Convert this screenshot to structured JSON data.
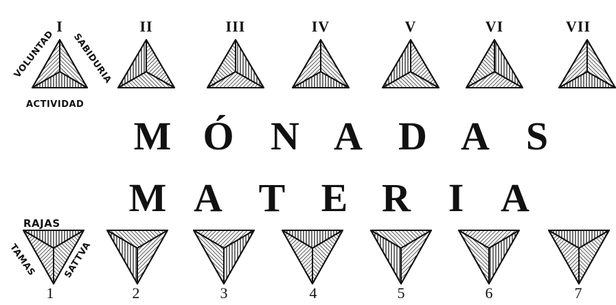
{
  "upper": {
    "roman": [
      "I",
      "II",
      "III",
      "IV",
      "V",
      "VI",
      "VII"
    ],
    "labels": {
      "left": "VOLUNTAD",
      "right": "SABIDURIA",
      "bottom": "ACTIVIDAD"
    }
  },
  "title": [
    "M",
    "Ó",
    "N",
    "A",
    "D",
    "A",
    "S"
  ],
  "subtitle": [
    "M",
    "A",
    "T",
    "E",
    "R",
    "I",
    "A"
  ],
  "lower": {
    "numbers": [
      "1",
      "2",
      "3",
      "4",
      "5",
      "6",
      "7"
    ],
    "labels": {
      "top": "RAJAS",
      "left": "TAMAS",
      "right": "SATTVA"
    }
  }
}
